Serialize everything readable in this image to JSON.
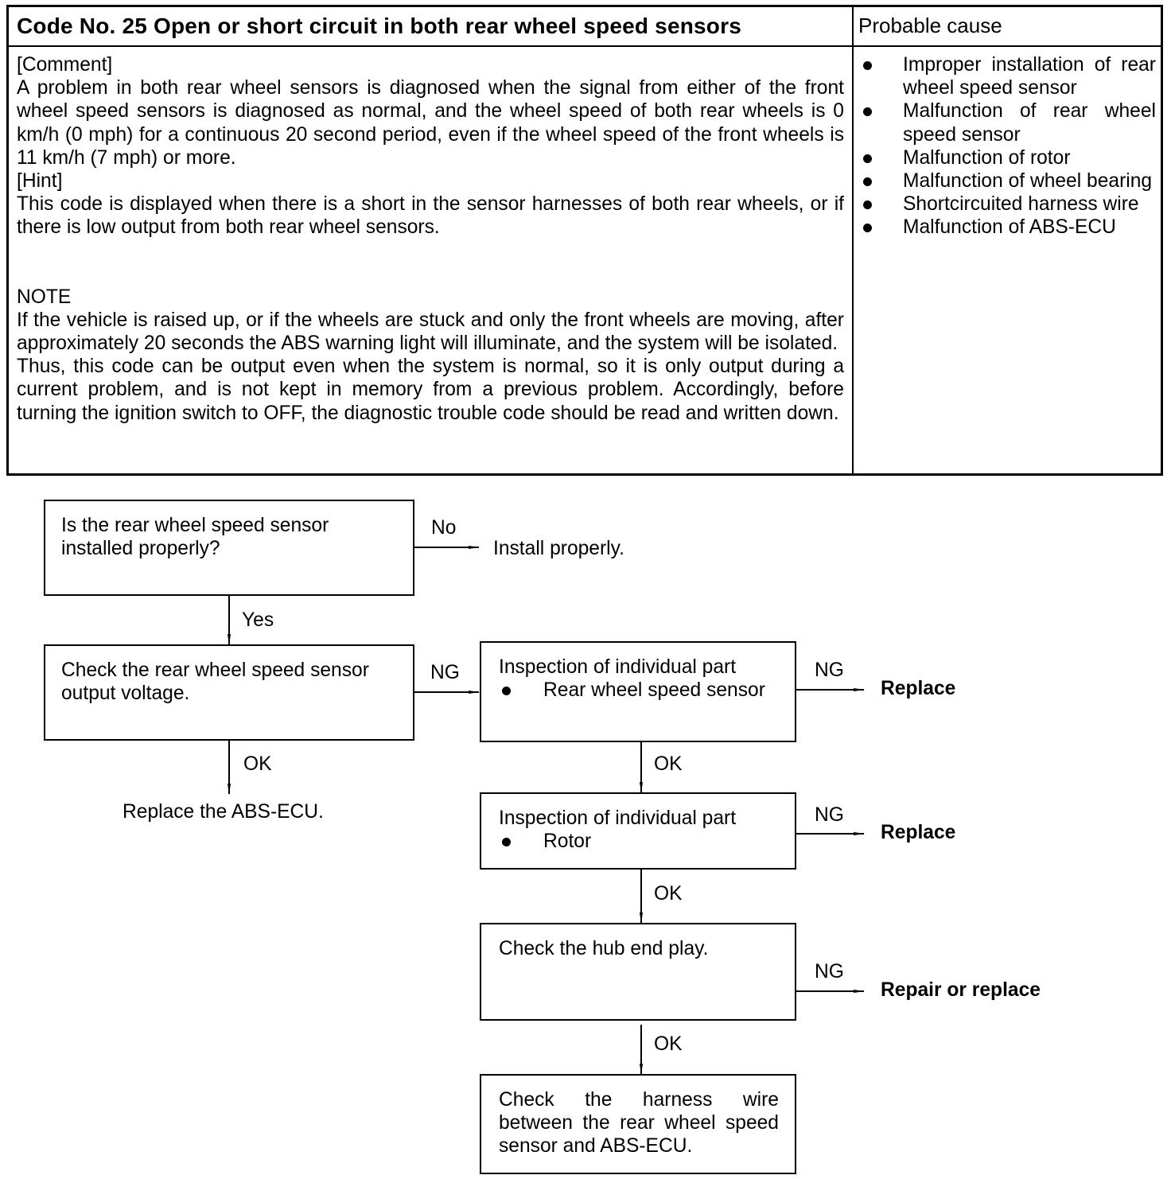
{
  "table": {
    "title": "Code No. 25 Open or short circuit in both rear wheel speed sensors",
    "probable_cause_header": "Probable cause",
    "comment_label": "[Comment]",
    "comment_text": "A problem in both rear wheel sensors is diagnosed when the signal from either of the front wheel speed sensors is diagnosed as normal, and the wheel speed of both rear wheels is 0 km/h (0 mph) for a continuous 20 second period, even if the wheel speed of the front wheels is 11 km/h (7 mph) or more.",
    "hint_label": "[Hint]",
    "hint_text": "This code is displayed when there is a short in the sensor harnesses of both rear wheels, or if there is low output from both rear wheel sensors.",
    "note_label": "NOTE",
    "note_text_1": "If the vehicle is raised up, or if the wheels are stuck and only the front wheels are moving, after approximately 20 seconds the ABS warning light will illuminate, and the system will be isolated.",
    "note_text_2": "Thus, this code can be output even when the system is normal, so it is only output during a current problem, and is not kept in memory from a previous problem. Accordingly, before turning the ignition switch to OFF, the diagnostic trouble code should be read and written down.",
    "causes": [
      "Improper installation of rear wheel speed sensor",
      "Malfunction of rear wheel speed sensor",
      "Malfunction of rotor",
      "Malfunction of wheel bearing",
      "Shortcircuited harness wire",
      "Malfunction of ABS-ECU"
    ]
  },
  "flow": {
    "q1": "Is the rear wheel speed sensor installed properly?",
    "q1_no_label": "No",
    "q1_no_result": "Install properly.",
    "q1_yes_label": "Yes",
    "q2": "Check the rear wheel speed sensor output voltage.",
    "q2_ng_label": "NG",
    "q2_ok_label": "OK",
    "q2_ok_result": "Replace the ABS-ECU.",
    "p1_title": "Inspection of individual part",
    "p1_item": "Rear wheel speed sensor",
    "p1_ng_label": "NG",
    "p1_ng_result": "Replace",
    "p1_ok_label": "OK",
    "p2_title": "Inspection of individual part",
    "p2_item": "Rotor",
    "p2_ng_label": "NG",
    "p2_ng_result": "Replace",
    "p2_ok_label": "OK",
    "p3": "Check the hub end play.",
    "p3_ng_label": "NG",
    "p3_ng_result": "Repair or replace",
    "p3_ok_label": "OK",
    "p4": "Check the harness wire between the rear wheel speed sensor and ABS-ECU."
  }
}
